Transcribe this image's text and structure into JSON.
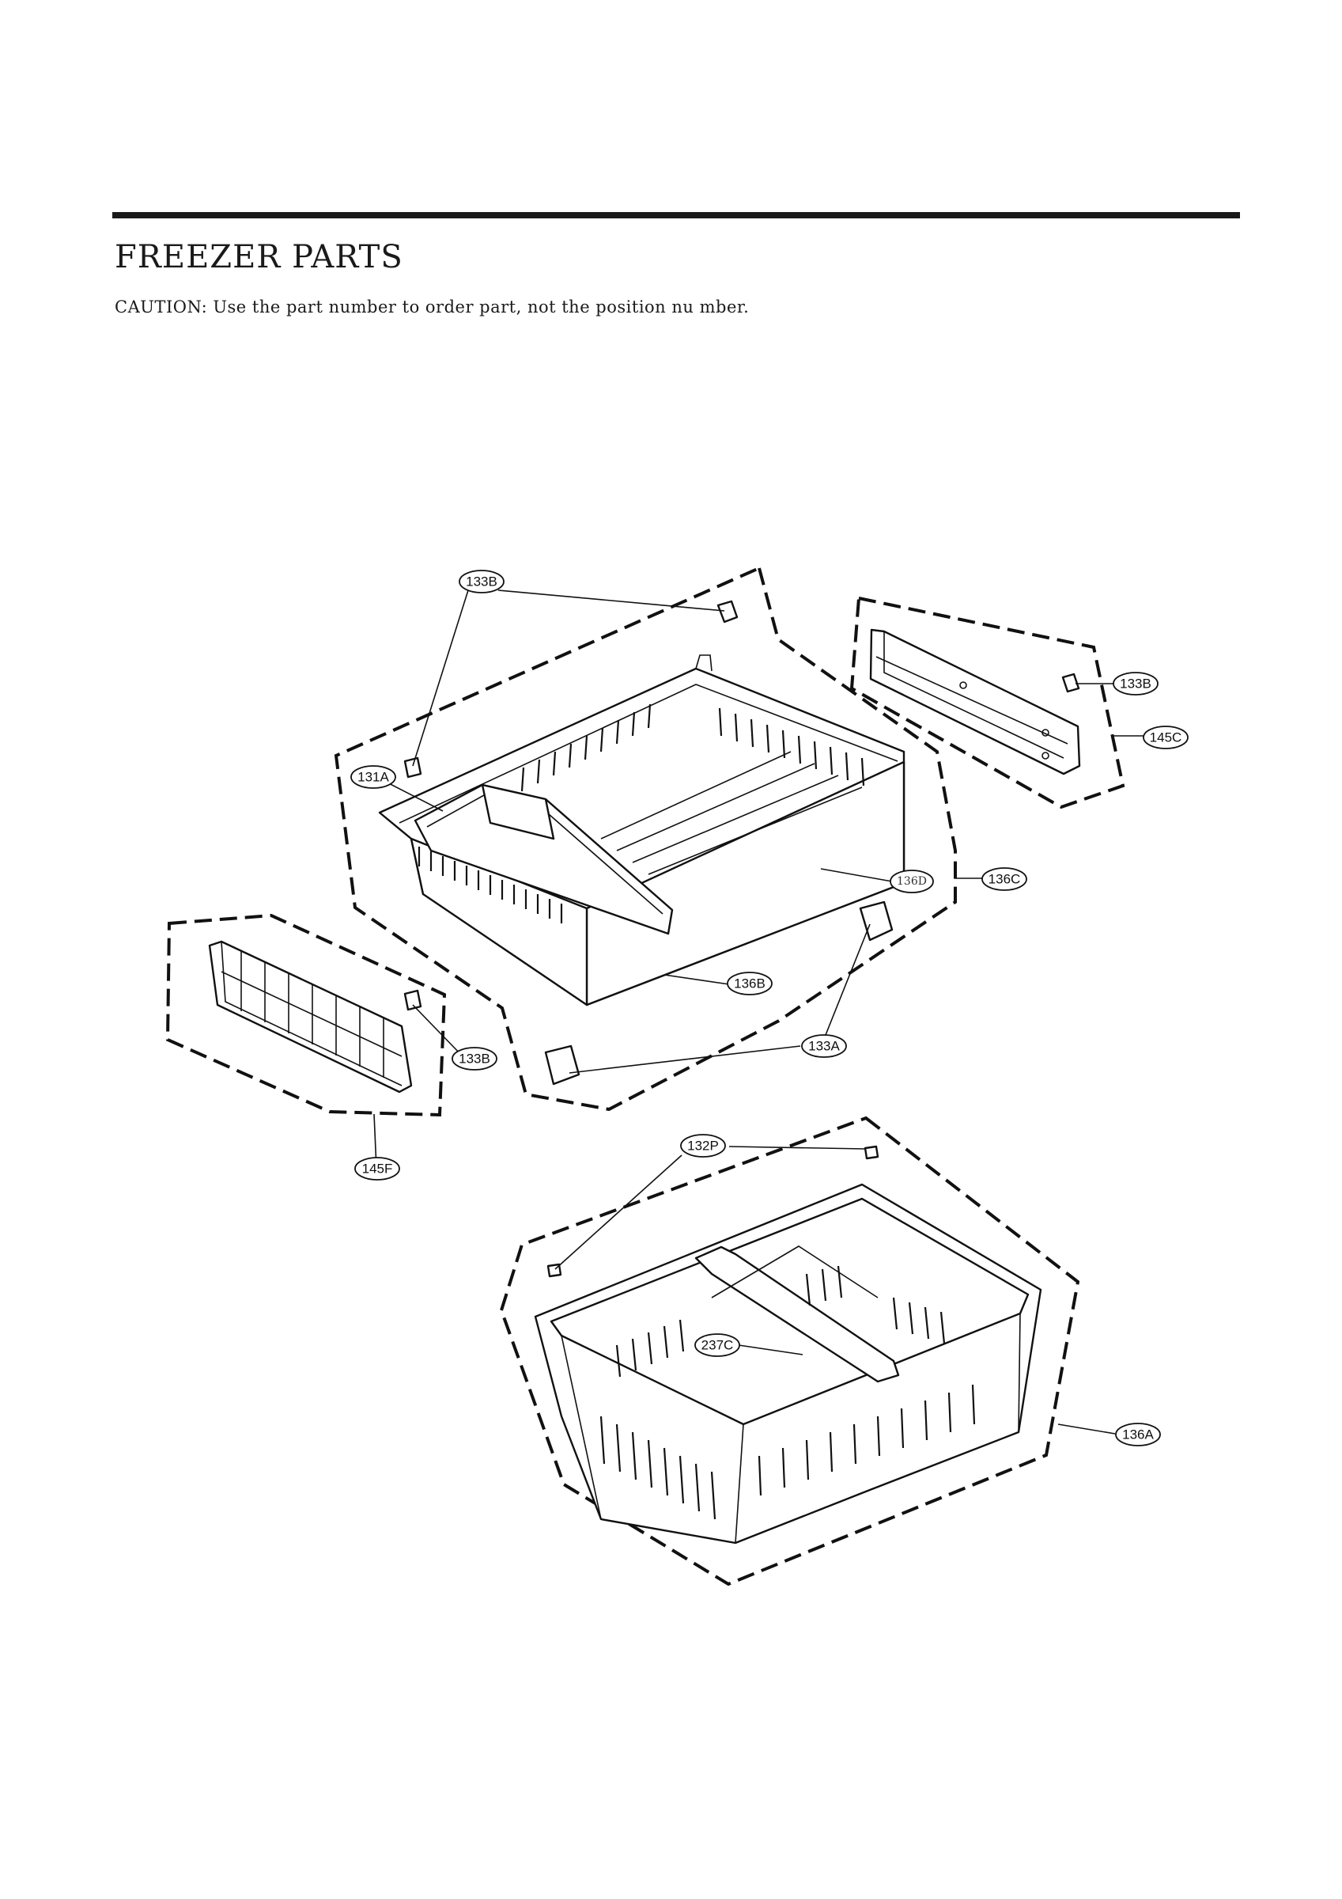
{
  "header": {
    "title": "FREEZER PARTS",
    "caution": "CAUTION: Use the part number to order part, not the position nu mber."
  },
  "callouts": {
    "c133b_top": "133B",
    "c133b_right": "133B",
    "c145c": "145C",
    "c131a": "131A",
    "c136d": "136D",
    "c136c": "136C",
    "c136b": "136B",
    "c133a": "133A",
    "c133b_left": "133B",
    "c145f": "145F",
    "c132p": "132P",
    "c237c": "237C",
    "c136a": "136A"
  }
}
